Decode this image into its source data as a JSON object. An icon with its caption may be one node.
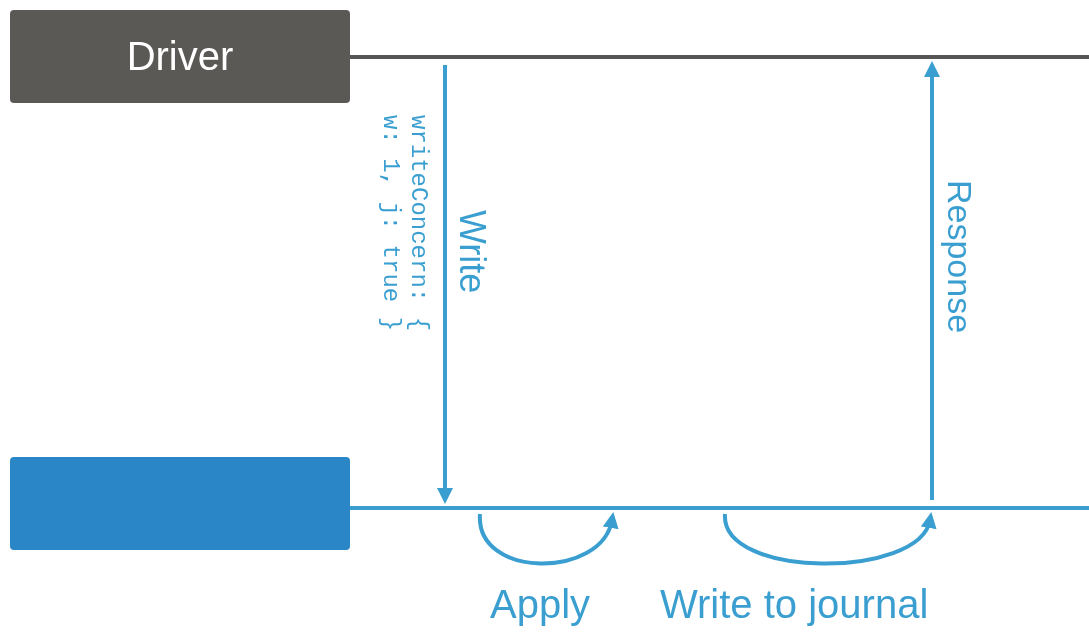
{
  "diagram": {
    "nodes": [
      {
        "text": [
          "Driver"
        ]
      },
      {
        "text": [],
        "shape": "box"
      }
    ],
    "edges": [
      {
        "from": 0,
        "to": 1,
        "arrow": "to",
        "label": "Write"
      },
      {
        "from": 1,
        "to": 1,
        "arrow": "to",
        "label": "Apply"
      },
      {
        "from": 1,
        "to": 1,
        "arrow": "to",
        "label": "Write to journal"
      },
      {
        "from": 1,
        "to": 0,
        "arrow": "to",
        "label": "Response"
      }
    ],
    "labels": [
      "writeConcern: { w: 1, j: true }"
    ]
  }
}
